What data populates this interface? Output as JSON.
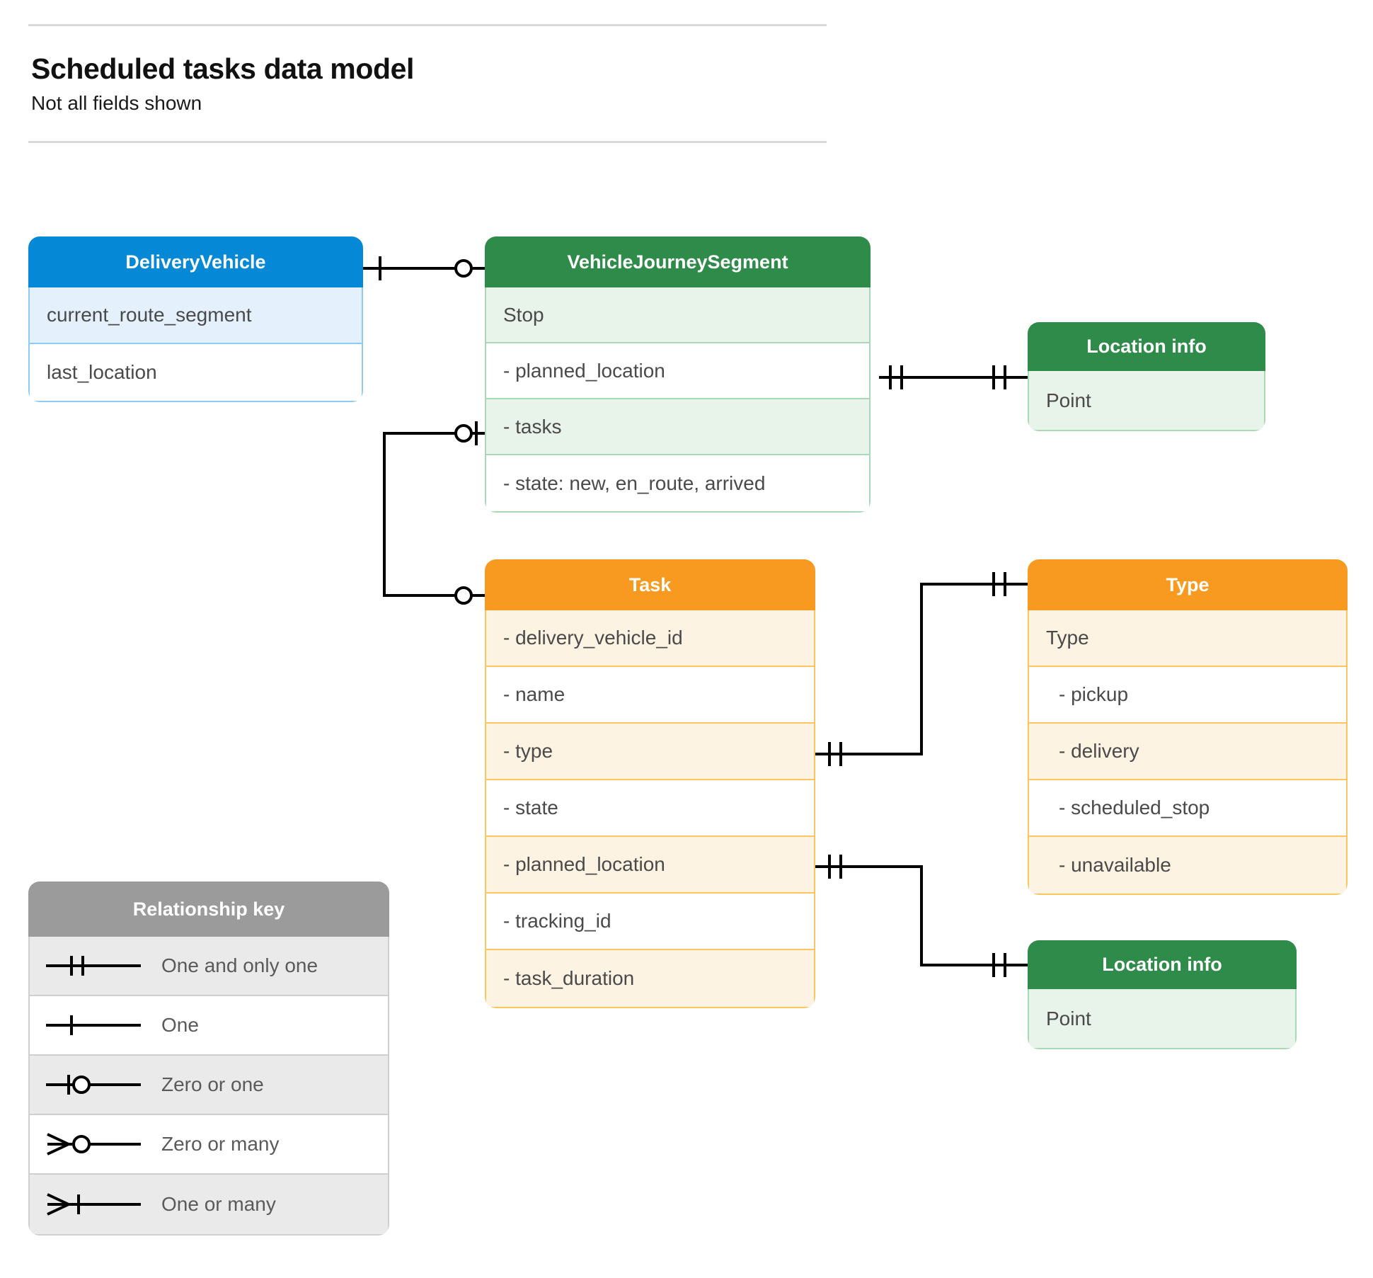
{
  "header": {
    "title": "Scheduled tasks data model",
    "subtitle": "Not all fields shown"
  },
  "colors": {
    "blue_header": "#0589d6",
    "blue_row_alt": "#e4f1fc",
    "blue_border": "#8ecaf2",
    "green_header": "#2e8b49",
    "green_row_alt": "#e8f3ea",
    "green_border": "#a9d8b6",
    "orange_header": "#f79a1f",
    "orange_row_alt": "#fdf3e2",
    "orange_border": "#fbc560",
    "grey_header": "#9b9b9b",
    "grey_row_alt": "#eaeaea",
    "connector": "#000000"
  },
  "entities": {
    "delivery_vehicle": {
      "title": "DeliveryVehicle",
      "rows": [
        "current_route_segment",
        "last_location"
      ]
    },
    "vehicle_journey_segment": {
      "title": "VehicleJourneySegment",
      "rows": [
        "Stop",
        "-  planned_location",
        "- tasks",
        "- state: new, en_route, arrived"
      ]
    },
    "location_info_top": {
      "title": "Location info",
      "rows": [
        "Point"
      ]
    },
    "task": {
      "title": "Task",
      "rows": [
        "- delivery_vehicle_id",
        "- name",
        "- type",
        "- state",
        "- planned_location",
        "- tracking_id",
        "- task_duration"
      ]
    },
    "type": {
      "title": "Type",
      "rows": [
        "Type",
        "-  pickup",
        "-  delivery",
        "-  scheduled_stop",
        "-  unavailable"
      ]
    },
    "location_info_bottom": {
      "title": "Location info",
      "rows": [
        "Point"
      ]
    }
  },
  "legend": {
    "title": "Relationship key",
    "items": [
      {
        "symbol": "one-and-only-one",
        "label": "One and only one"
      },
      {
        "symbol": "one",
        "label": "One"
      },
      {
        "symbol": "zero-or-one",
        "label": "Zero or one"
      },
      {
        "symbol": "zero-or-many",
        "label": "Zero or many"
      },
      {
        "symbol": "one-or-many",
        "label": "One or many"
      }
    ]
  },
  "relationships": [
    {
      "from": "DeliveryVehicle",
      "to": "VehicleJourneySegment",
      "from_cardinality": "one",
      "to_cardinality": "zero-or-many"
    },
    {
      "from": "VehicleJourneySegment.planned_location",
      "to": "Location info",
      "from_cardinality": "one-and-only-one",
      "to_cardinality": "one-and-only-one"
    },
    {
      "from": "VehicleJourneySegment.tasks",
      "to": "Task",
      "from_cardinality": "zero-or-one",
      "to_cardinality": "zero-or-many"
    },
    {
      "from": "Task.type",
      "to": "Type",
      "from_cardinality": "one-and-only-one",
      "to_cardinality": "one-and-only-one"
    },
    {
      "from": "Task.planned_location",
      "to": "Location info",
      "from_cardinality": "one-and-only-one",
      "to_cardinality": "one-and-only-one"
    }
  ]
}
